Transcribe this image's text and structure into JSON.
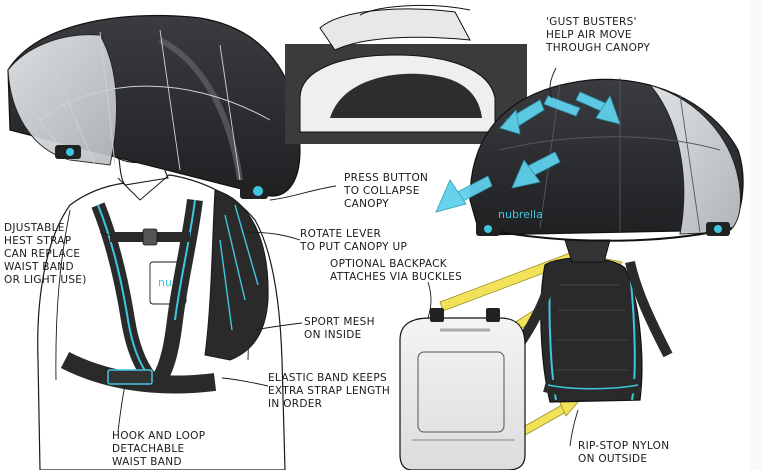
{
  "labels": {
    "gust_busters": [
      "'GUST BUSTERS'",
      "HELP AIR MOVE",
      "THROUGH CANOPY"
    ],
    "press_button": [
      "PRESS BUTTON",
      "TO COLLAPSE",
      "CANOPY"
    ],
    "rotate_lever": [
      "ROTATE LEVER",
      "TO PUT CANOPY UP"
    ],
    "adjustable_strap": [
      "DJUSTABLE",
      "HEST STRAP",
      "CAN REPLACE",
      "WAIST BAND",
      "OR LIGHT USE)"
    ],
    "optional_backpack": [
      "OPTIONAL BACKPACK",
      "ATTACHES VIA BUCKLES"
    ],
    "sport_mesh": [
      "SPORT MESH",
      "ON INSIDE"
    ],
    "elastic_band": [
      "ELASTIC BAND KEEPS",
      "EXTRA STRAP LENGTH",
      "IN ORDER"
    ],
    "hook_loop": [
      "HOOK AND LOOP",
      "DETACHABLE",
      "WAIST BAND"
    ],
    "rip_stop": [
      "RIP-STOP NYLON",
      "ON OUTSIDE"
    ]
  },
  "brand": {
    "name": "nubrella",
    "short": "nu"
  },
  "colors": {
    "canopy": "#2b2d30",
    "accent": "#3fc6df",
    "arrow_blue": "#5fd0ea",
    "arrow_yellow": "#f2e25a",
    "line": "#1a1a1a",
    "panel": "#404040"
  }
}
